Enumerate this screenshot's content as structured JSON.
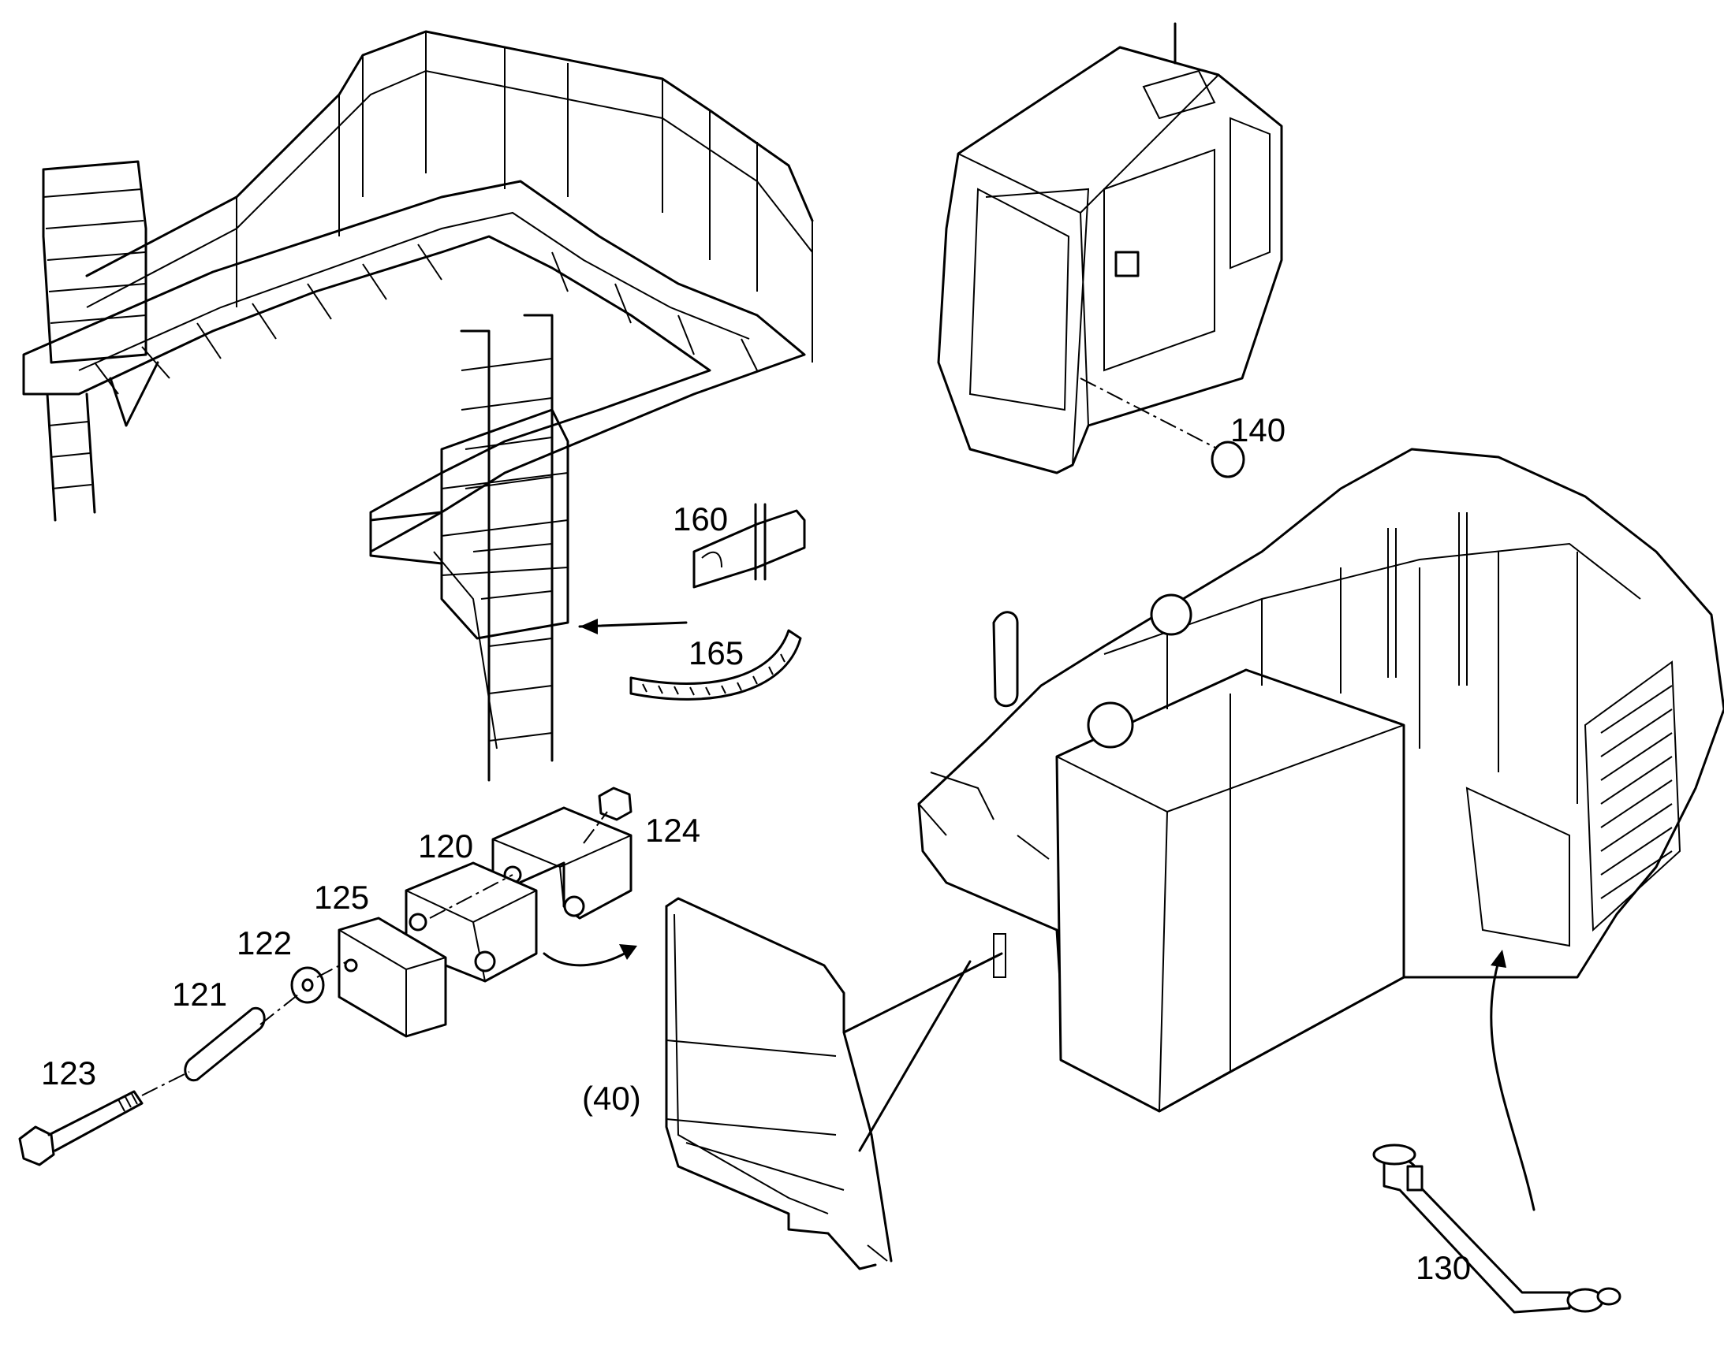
{
  "callouts": {
    "c140": "140",
    "c160": "160",
    "c165": "165",
    "c124": "124",
    "c120": "120",
    "c125": "125",
    "c122": "122",
    "c121": "121",
    "c123": "123",
    "c40": "(40)",
    "c130": "130"
  }
}
